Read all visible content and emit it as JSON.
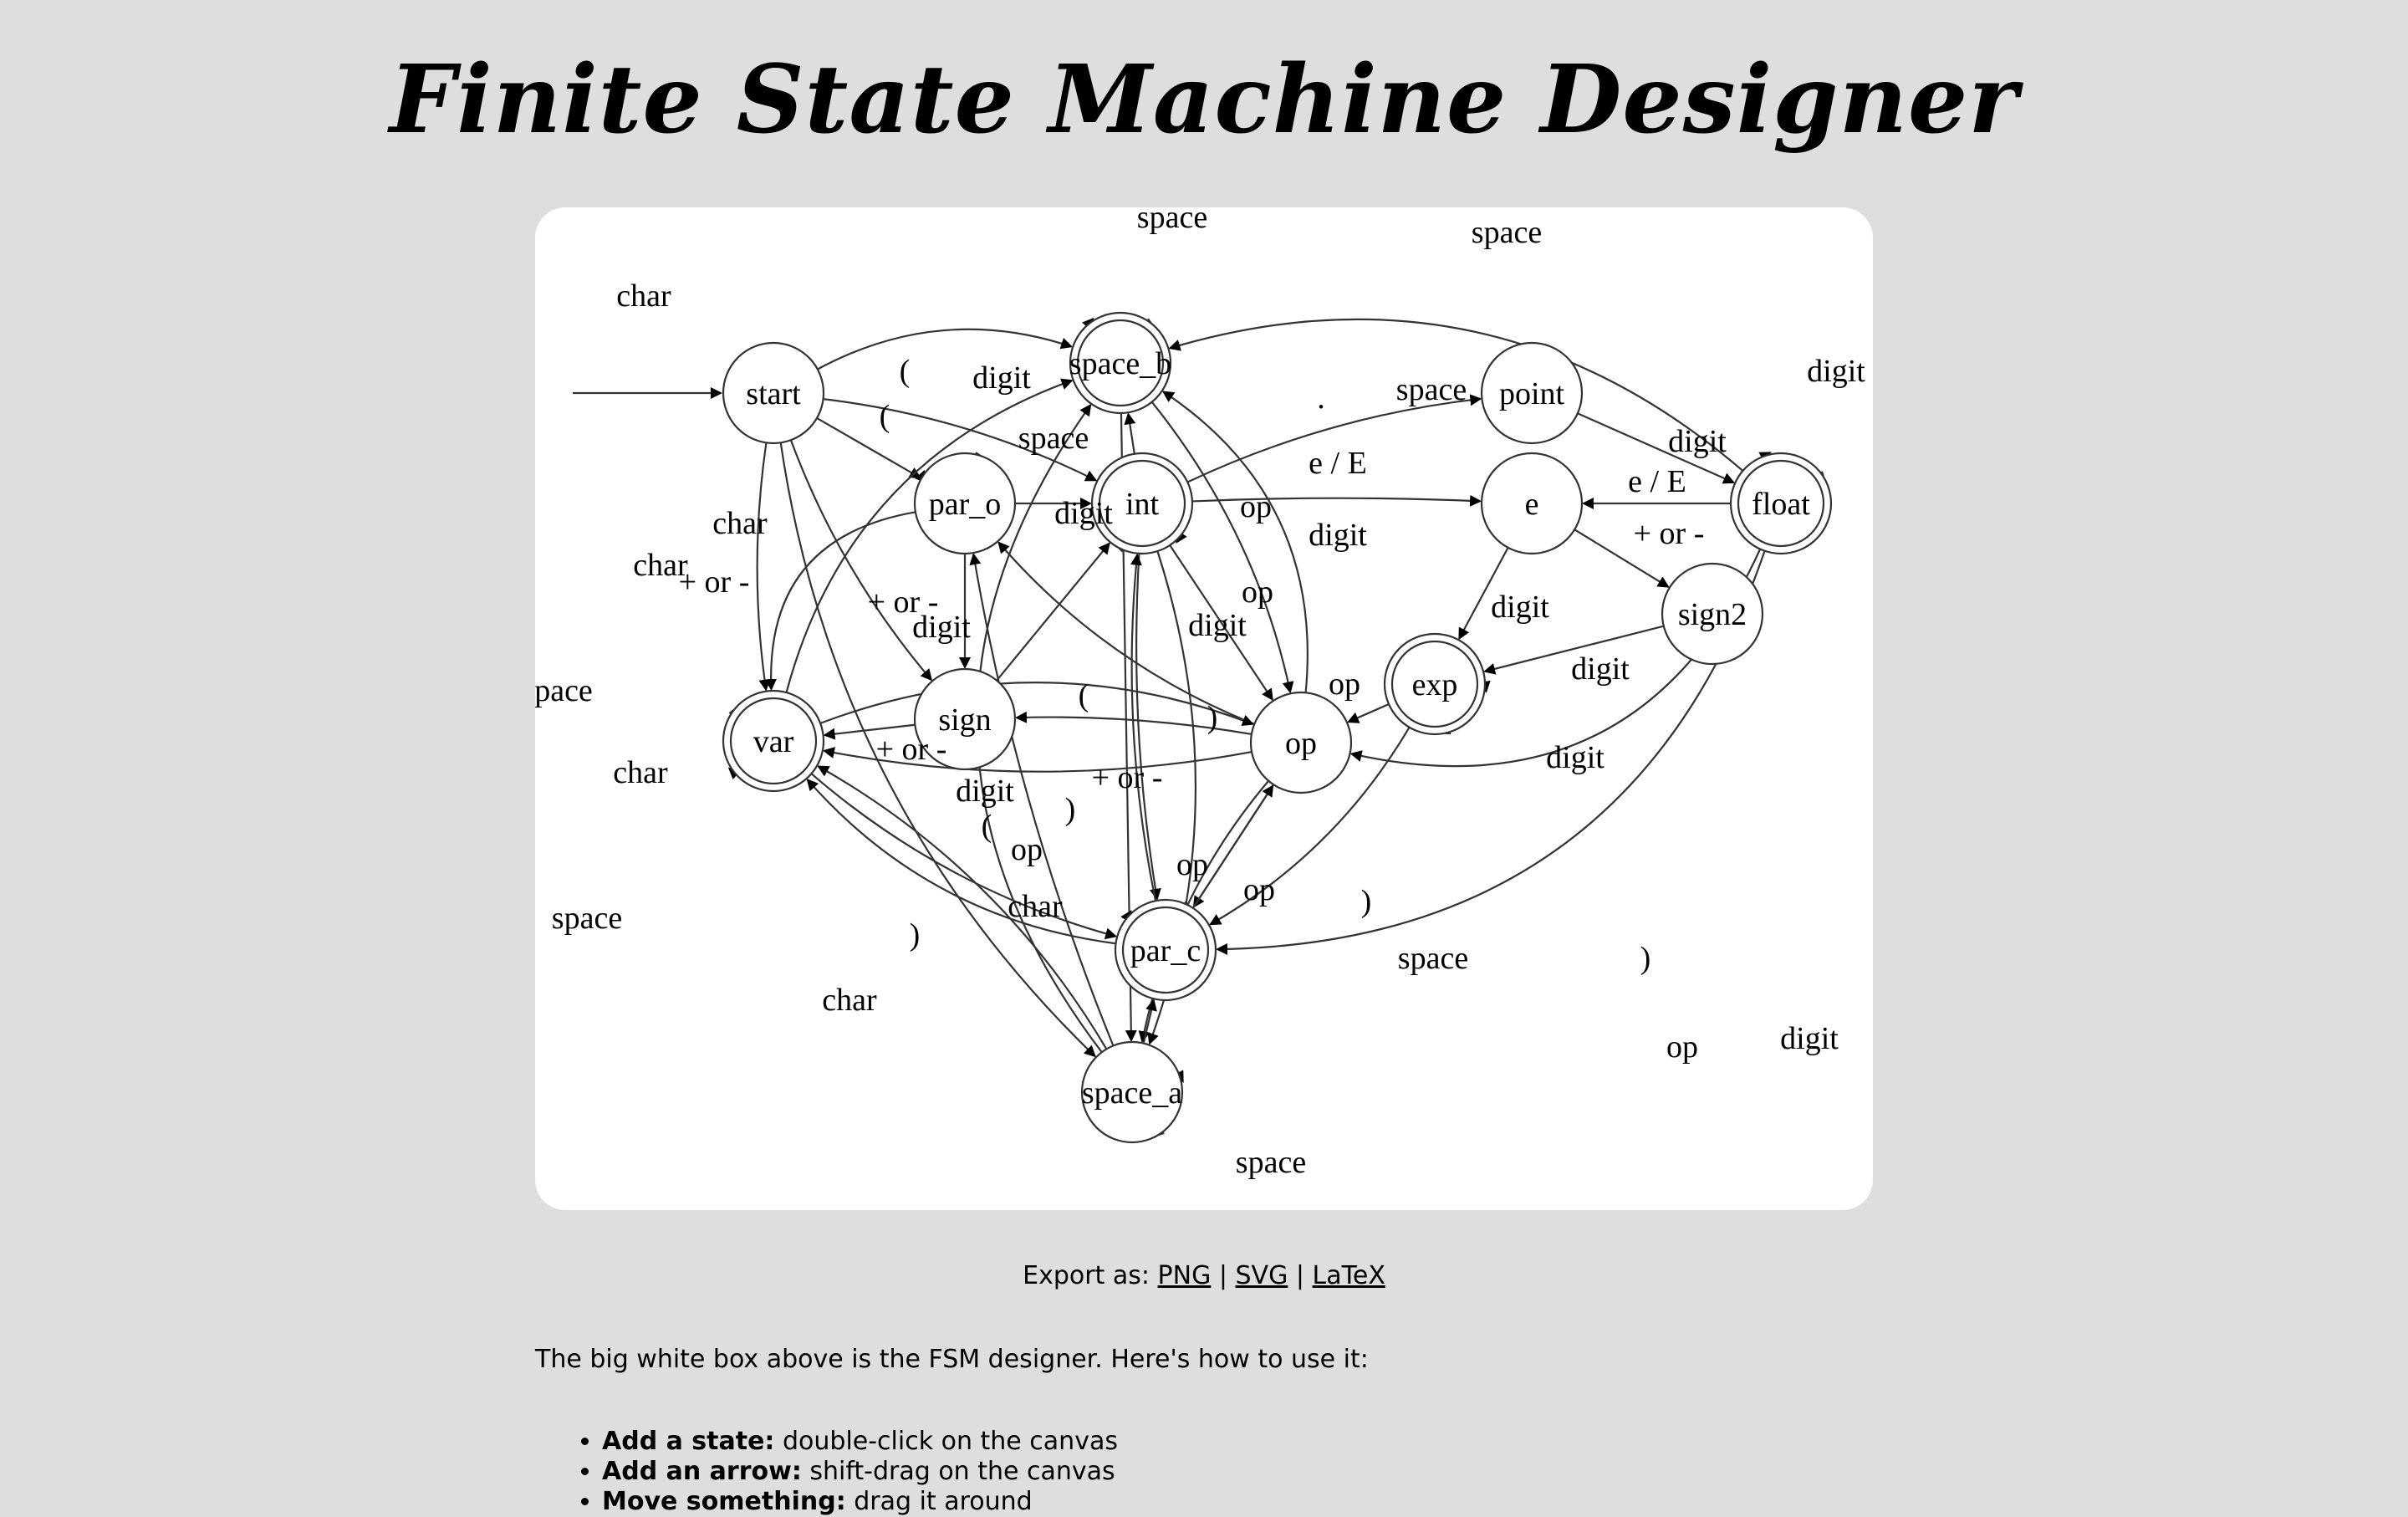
{
  "page": {
    "title": "Finite State Machine Designer"
  },
  "diagram": {
    "states": [
      {
        "id": "start",
        "label": "start",
        "accept": false
      },
      {
        "id": "space_b",
        "label": "space_b",
        "accept": true
      },
      {
        "id": "par_o",
        "label": "par_o",
        "accept": false
      },
      {
        "id": "int",
        "label": "int",
        "accept": true
      },
      {
        "id": "point",
        "label": "point",
        "accept": false
      },
      {
        "id": "e",
        "label": "e",
        "accept": false
      },
      {
        "id": "float",
        "label": "float",
        "accept": true
      },
      {
        "id": "sign2",
        "label": "sign2",
        "accept": false
      },
      {
        "id": "exp",
        "label": "exp",
        "accept": true
      },
      {
        "id": "var",
        "label": "var",
        "accept": true
      },
      {
        "id": "sign",
        "label": "sign",
        "accept": false
      },
      {
        "id": "op",
        "label": "op",
        "accept": false
      },
      {
        "id": "par_c",
        "label": "par_c",
        "accept": true
      },
      {
        "id": "space_a",
        "label": "space_a",
        "accept": false
      }
    ],
    "transition_labels": [
      "space",
      "space",
      "char",
      "(",
      "digit",
      "(",
      "space",
      ".",
      "space",
      "digit",
      "e / E",
      "e / E",
      "+ or -",
      "op",
      "digit",
      "digit",
      "char",
      "char",
      "+ or -",
      "+ or -",
      "digit",
      "digit",
      "op",
      "digit",
      "digit",
      "digit",
      "op",
      "pace",
      "(",
      ")",
      "+ or -",
      "char",
      "digit",
      "+ or -",
      ")",
      "(",
      "op",
      "op",
      "char",
      "op",
      ")",
      ")",
      "space",
      "space",
      "char",
      "space",
      ")",
      "digit",
      "op",
      "digit"
    ]
  },
  "export": {
    "prefix": "Export as:",
    "sep": "|",
    "png": "PNG",
    "svg": "SVG",
    "latex": "LaTeX"
  },
  "intro": "The big white box above is the FSM designer.  Here's how to use it:",
  "help": [
    {
      "term": "Add a state:",
      "desc": "double-click on the canvas"
    },
    {
      "term": "Add an arrow:",
      "desc": "shift-drag on the canvas"
    },
    {
      "term": "Move something:",
      "desc": "drag it around"
    }
  ]
}
